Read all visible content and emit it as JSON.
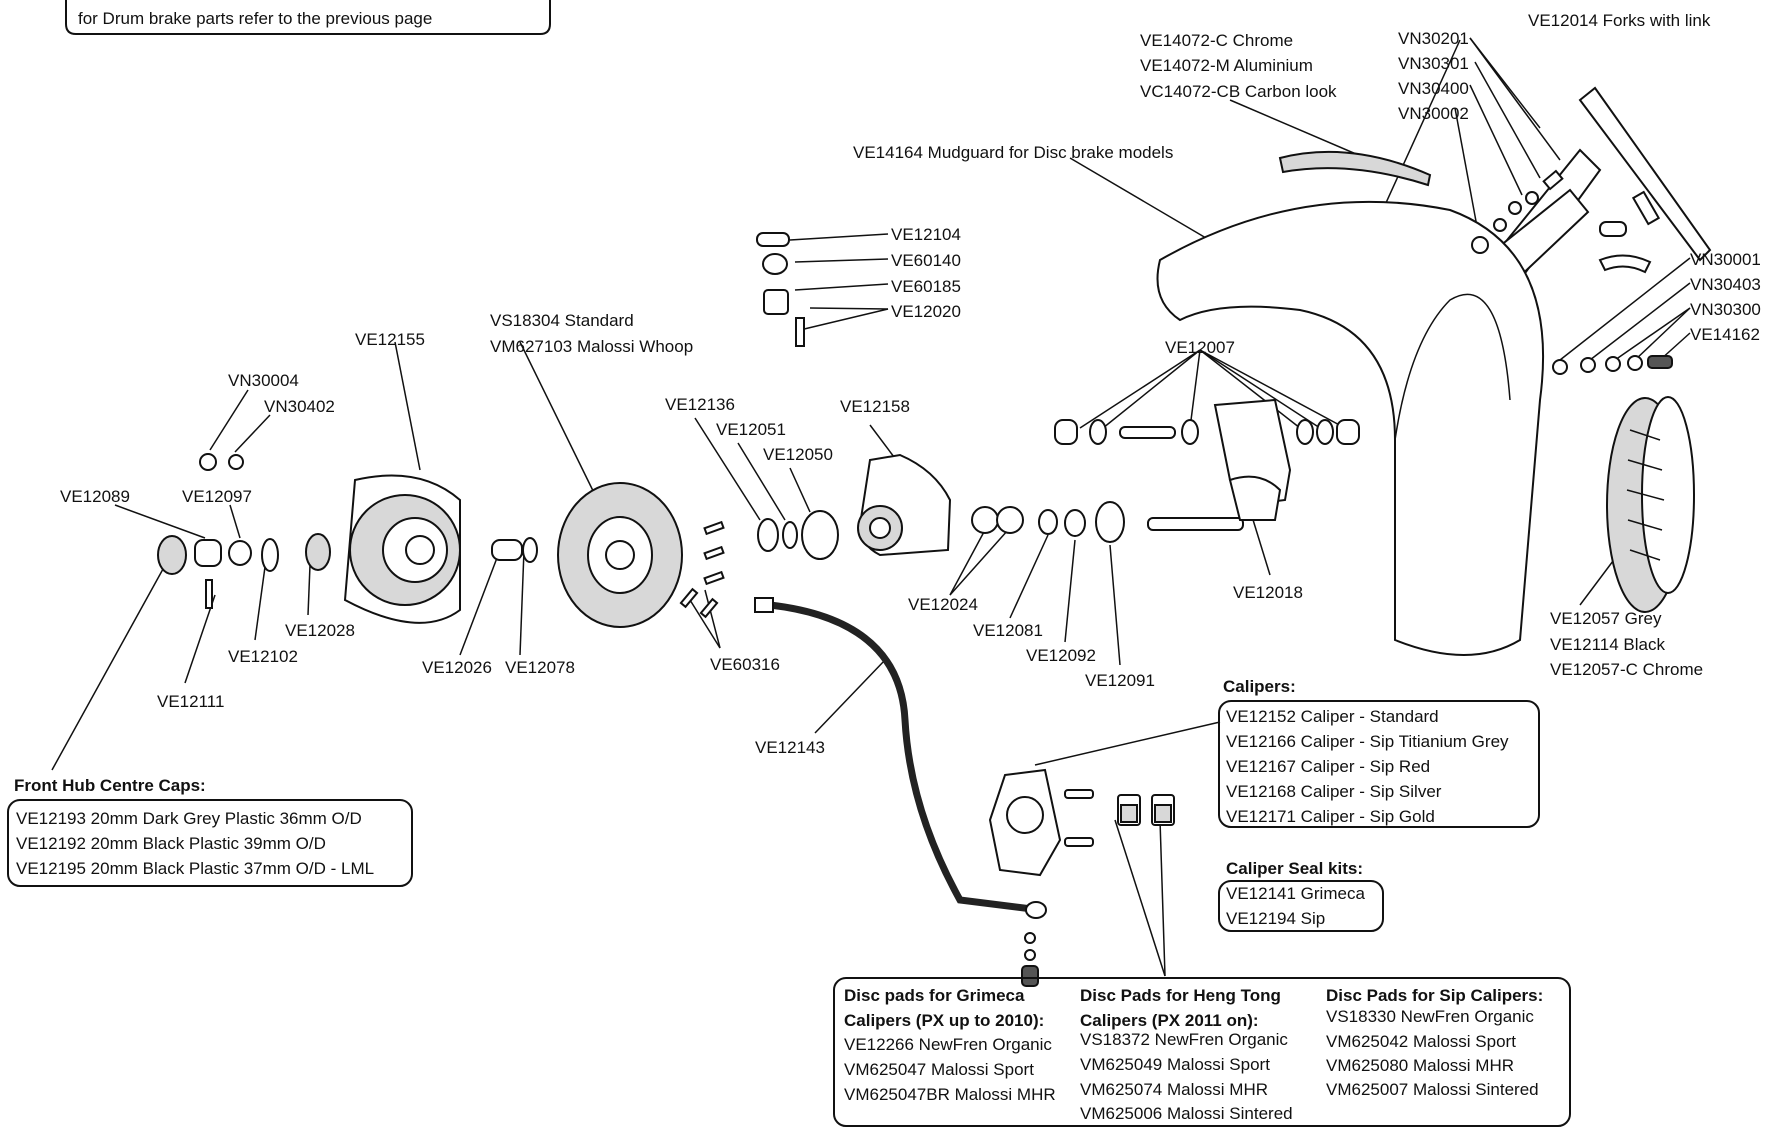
{
  "top_note": {
    "line1": "",
    "line2": "for Drum brake parts refer to the previous page"
  },
  "labels": {
    "ve14072_c": "VE14072-C Chrome",
    "ve14072_m": "VE14072-M Aluminium",
    "vc14072_cb": "VC14072-CB Carbon look",
    "ve14164": "VE14164 Mudguard for Disc brake models",
    "vn30201": "VN30201",
    "vn30301": "VN30301",
    "vn30400": "VN30400",
    "vn30002": "VN30002",
    "ve12014": "VE12014 Forks with link",
    "vn30001": "VN30001",
    "vn30403": "VN30403",
    "vn30300": "VN30300",
    "ve14162": "VE14162",
    "ve12104": "VE12104",
    "ve60140": "VE60140",
    "ve60185": "VE60185",
    "ve12020": "VE12020",
    "vs18304": "VS18304 Standard",
    "vm627103": "VM627103 Malossi Whoop",
    "ve12155": "VE12155",
    "vn30004": "VN30004",
    "vn30402": "VN30402",
    "ve12097": "VE12097",
    "ve12089": "VE12089",
    "ve12007": "VE12007",
    "ve12136": "VE12136",
    "ve12051": "VE12051",
    "ve12050": "VE12050",
    "ve12158": "VE12158",
    "ve12018": "VE12018",
    "ve12024": "VE12024",
    "ve12081": "VE12081",
    "ve12092": "VE12092",
    "ve12091": "VE12091",
    "ve12028": "VE12028",
    "ve12102": "VE12102",
    "ve12111": "VE12111",
    "ve12026": "VE12026",
    "ve12078": "VE12078",
    "ve60316": "VE60316",
    "ve12143": "VE12143",
    "ve12057_grey": "VE12057 Grey",
    "ve12114_black": "VE12114 Black",
    "ve12057_c": "VE12057-C Chrome"
  },
  "hub_caps": {
    "title": "Front Hub Centre Caps:",
    "items": [
      "VE12193 20mm Dark Grey Plastic 36mm O/D",
      "VE12192 20mm Black Plastic 39mm O/D",
      "VE12195 20mm Black Plastic 37mm O/D - LML"
    ]
  },
  "calipers": {
    "title": "Calipers:",
    "items": [
      "VE12152 Caliper - Standard",
      "VE12166 Caliper - Sip Titianium Grey",
      "VE12167 Caliper - Sip Red",
      "VE12168 Caliper - Sip Silver",
      "VE12171 Caliper - Sip Gold"
    ]
  },
  "seal_kits": {
    "title": "Caliper Seal kits:",
    "items": [
      "VE12141 Grimeca",
      "VE12194 Sip"
    ]
  },
  "disc_pads": {
    "grimeca": {
      "title1": "Disc pads for Grimeca",
      "title2": "Calipers (PX up to 2010):",
      "items": [
        "VE12266 NewFren Organic",
        "VM625047 Malossi Sport",
        "VM625047BR Malossi MHR"
      ]
    },
    "hengtong": {
      "title1": "Disc Pads for Heng Tong",
      "title2": "Calipers (PX 2011 on):",
      "items": [
        "VS18372 NewFren Organic",
        "VM625049 Malossi Sport",
        "VM625074 Malossi MHR",
        "VM625006 Malossi Sintered"
      ]
    },
    "sip": {
      "title1": "Disc Pads for Sip Calipers:",
      "items": [
        "VS18330 NewFren Organic",
        "VM625042 Malossi Sport",
        "VM625080 Malossi MHR",
        "VM625007 Malossi Sintered"
      ]
    }
  }
}
